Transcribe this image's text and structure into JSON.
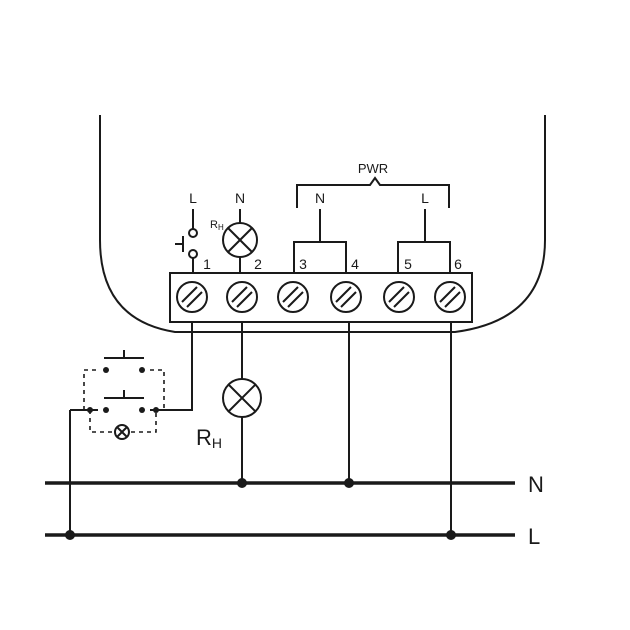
{
  "pwr_label": "PWR",
  "device_labels": {
    "switch_supply": "L",
    "lamp_supply": "N",
    "pwr_n": "N",
    "pwr_l": "L",
    "small_rh_main": "R",
    "small_rh_sub": "H",
    "big_rh_main": "R",
    "big_rh_sub": "H"
  },
  "terminals": [
    "1",
    "2",
    "3",
    "4",
    "5",
    "6"
  ],
  "busbars": {
    "n_label": "N",
    "l_label": "L"
  },
  "colors": {
    "ink": "#1a1a1a",
    "background": "#ffffff"
  }
}
